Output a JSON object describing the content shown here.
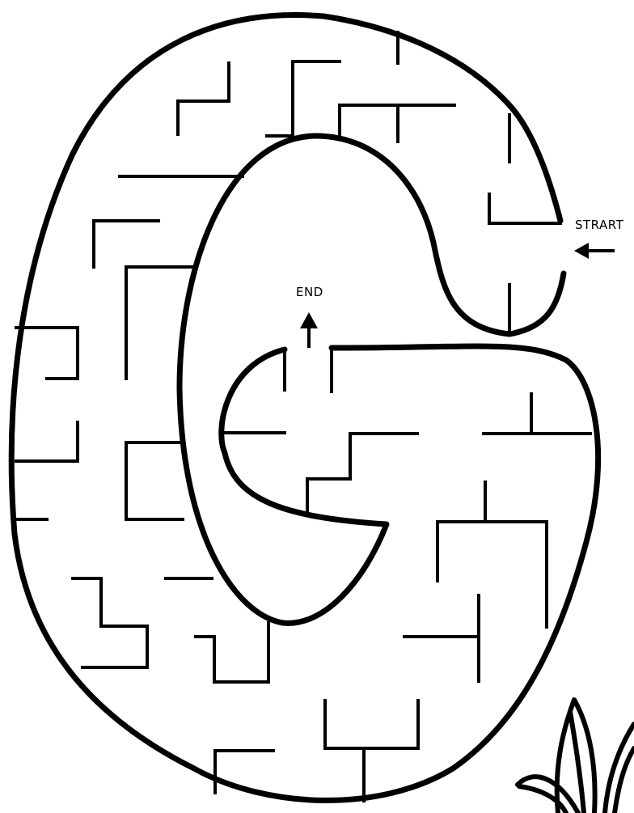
{
  "maze": {
    "letter": "G",
    "start_label": "STRART",
    "end_label": "END",
    "start_arrow_icon": "arrow-left-icon",
    "end_arrow_icon": "arrow-up-icon",
    "decoration_icon": "grass-icon"
  },
  "colors": {
    "stroke": "#000000",
    "background": "#ffffff"
  }
}
